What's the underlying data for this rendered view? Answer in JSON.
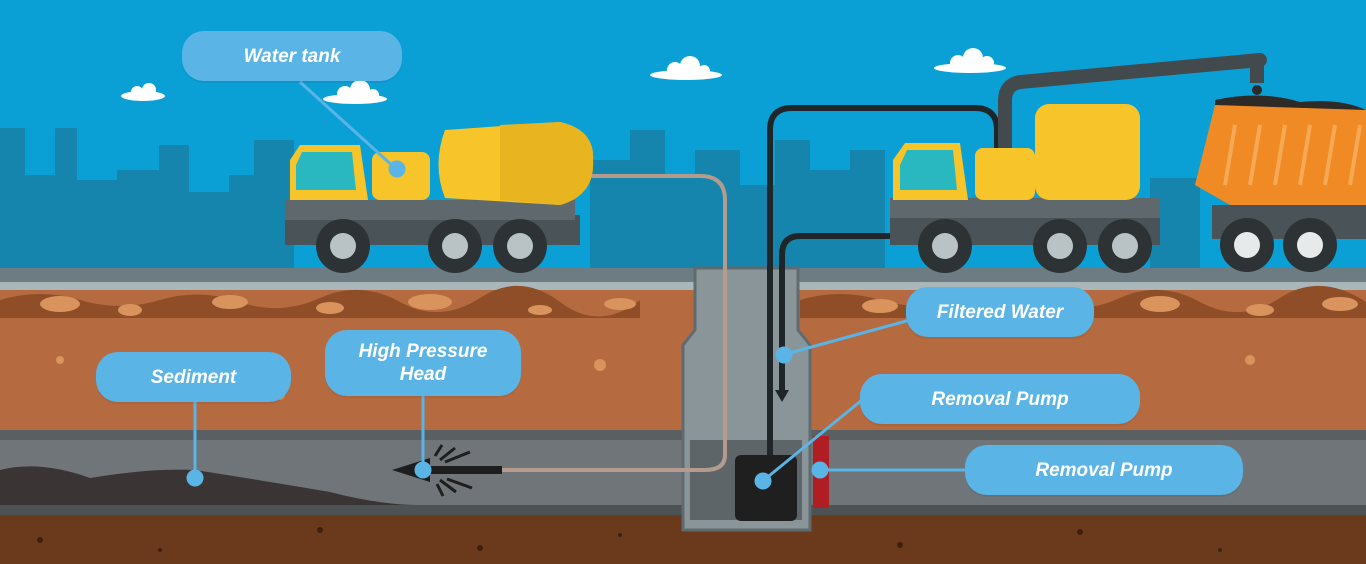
{
  "labels": {
    "water_tank": "Water tank",
    "sediment": "Sediment",
    "high_pressure_head": "High Pressure Head",
    "filtered_water": "Filtered Water",
    "removal_pump_1": "Removal Pump",
    "removal_pump_2": "Removal Pump"
  },
  "colors": {
    "sky": "#0aa0d6",
    "city": "#1585ad",
    "soil": "#b56a3f",
    "soil_dark": "#6b3a1d",
    "pipe": "#6f7578",
    "label_bg": "#5bb4e6",
    "truck_yellow": "#f7c52a",
    "dump_orange": "#f08a24"
  }
}
